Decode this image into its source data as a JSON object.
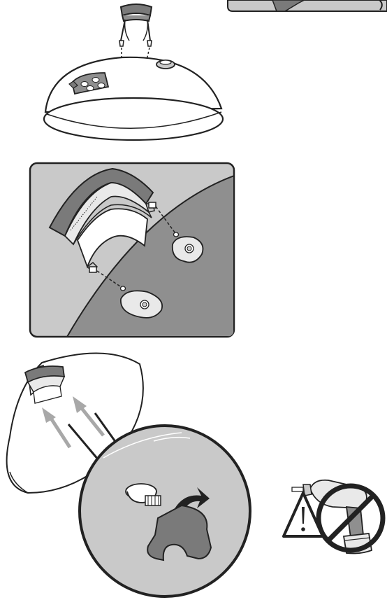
{
  "page": {
    "background": "#ffffff"
  },
  "colors": {
    "outline": "#222222",
    "panel_gray": "#c9c9c9",
    "dark_gray": "#8f8f8f",
    "mid_gray": "#7a7a7a",
    "light_gray": "#e9e9e9",
    "arrow_gray": "#a8a8a8",
    "white": "#ffffff"
  },
  "icons": {
    "step1": "lid-handle-assembly",
    "step2": "handle-bracket-attach-detail",
    "step3": "lid-handle-tighten",
    "warning": "no-power-drill-warning"
  }
}
